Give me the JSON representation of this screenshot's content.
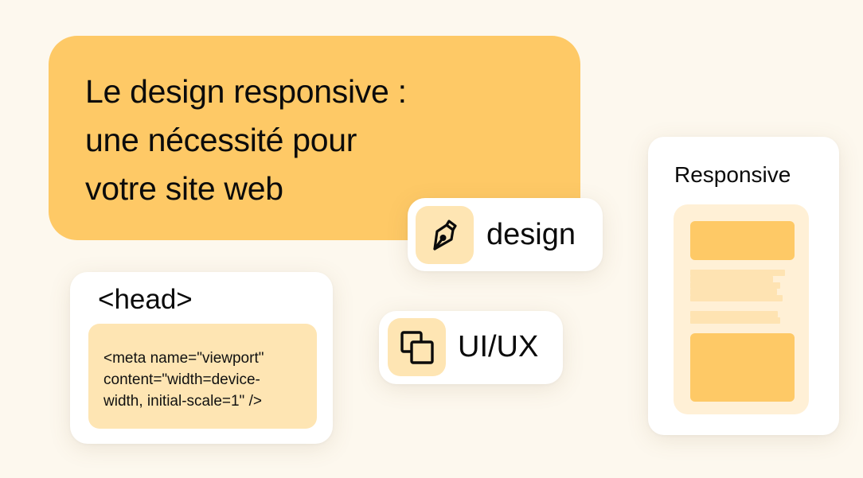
{
  "hero": {
    "title_lines": [
      "Le design responsive :",
      "une nécessité pour",
      "votre site web"
    ]
  },
  "chips": [
    {
      "label": "design",
      "icon": "pen-nib-icon"
    },
    {
      "label": "UI/UX",
      "icon": "overlapping-squares-icon"
    }
  ],
  "head_card": {
    "title": "<head>",
    "code_lines": [
      "<meta name=\"viewport\"",
      "content=\"width=device-",
      "width, initial-scale=1\" />"
    ]
  },
  "responsive_card": {
    "title": "Responsive",
    "mock_layout": [
      "image-block",
      "text-lines",
      "text-lines",
      "image-block"
    ]
  },
  "colors": {
    "background": "#fdf8ee",
    "accent": "#fec966",
    "accent_light": "#fee5b3",
    "panel_light": "#fff0d6",
    "card": "#ffffff",
    "text": "#0b0b0b"
  }
}
